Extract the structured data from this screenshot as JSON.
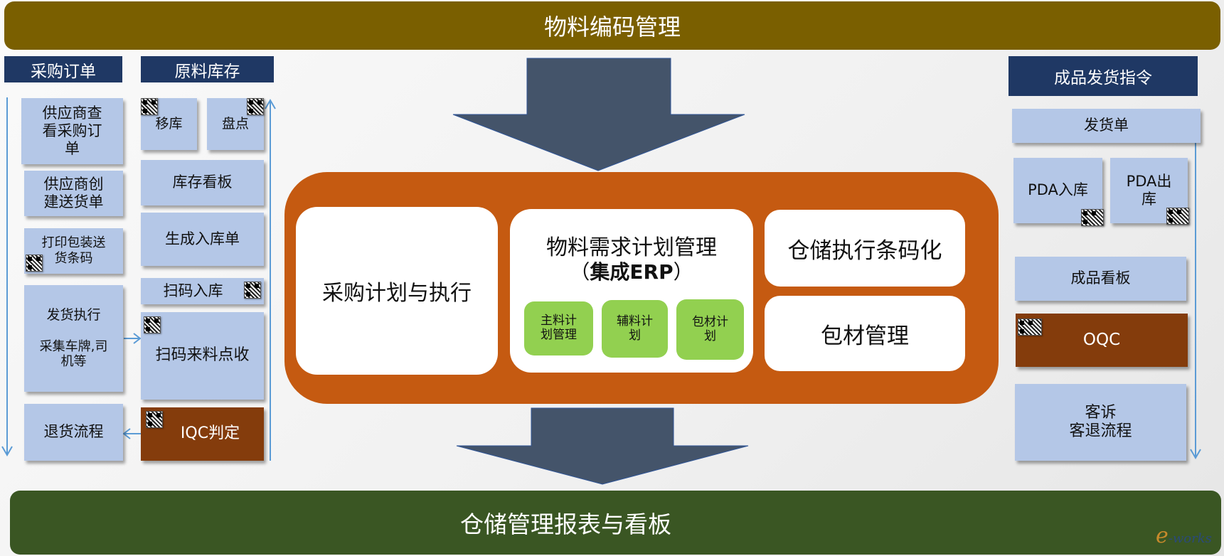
{
  "top_banner": {
    "title": "物料编码管理"
  },
  "bottom_banner": {
    "title": "仓储管理报表与看板"
  },
  "left": {
    "purchase_order": {
      "header": "采购订单",
      "items": [
        {
          "label": "供应商查看采购订单",
          "lines": [
            "供应商查",
            "看采购订",
            "单"
          ]
        },
        {
          "label": "供应商创建送货单",
          "lines": [
            "供应商创",
            "建送货单"
          ]
        },
        {
          "label": "打印包装送货条码",
          "lines": [
            "打印包装送",
            "货条码"
          ],
          "qr": true
        },
        {
          "label": "发货执行",
          "sub_lines": [
            "采集车牌,司",
            "机等"
          ]
        },
        {
          "label": "退货流程"
        }
      ]
    },
    "raw_inventory": {
      "header": "原料库存",
      "items": [
        {
          "label": "移库",
          "qr": true
        },
        {
          "label": "盘点",
          "qr": true
        },
        {
          "label": "库存看板"
        },
        {
          "label": "生成入库单"
        },
        {
          "label": "扫码入库",
          "qr": true
        },
        {
          "label": "扫码来料点收",
          "qr": true
        },
        {
          "label": "IQC判定",
          "qr": true,
          "highlight": "brown"
        }
      ]
    }
  },
  "center": {
    "cards": [
      {
        "label": "采购计划与执行"
      },
      {
        "title": "物料需求计划管理",
        "subtitle_open": "（",
        "subtitle_bold": "集成ERP",
        "subtitle_close": "）",
        "sub_items": [
          {
            "lines": [
              "主料计",
              "划管理"
            ]
          },
          {
            "lines": [
              "辅料计",
              "划"
            ]
          },
          {
            "lines": [
              "包材计",
              "划"
            ]
          }
        ]
      },
      {
        "label": "仓储执行条码化"
      },
      {
        "label": "包材管理"
      }
    ]
  },
  "right": {
    "finished_goods_shipping": {
      "header": "成品发货指令",
      "items": [
        {
          "label": "发货单"
        },
        {
          "label": "PDA入库",
          "qr": true
        },
        {
          "label": "PDA出库",
          "lines": [
            "PDA出",
            "库"
          ],
          "qr": true
        },
        {
          "label": "成品看板"
        },
        {
          "label": "OQC",
          "qr": true,
          "highlight": "brown"
        },
        {
          "label": "客诉客退流程",
          "lines": [
            "客诉",
            "客退流程"
          ]
        }
      ]
    }
  },
  "watermark": {
    "text_e": "e",
    "text_works": "-works"
  },
  "colors": {
    "top_banner": "#7a5f00",
    "bottom_banner": "#3a5623",
    "header_navy": "#1f3864",
    "box_blue": "#b4c7e7",
    "box_brown": "#843c0c",
    "panel_orange": "#c55a11",
    "card_green": "#92d050",
    "arrow_slate": "#44546a",
    "flow_line": "#5b9bd5"
  }
}
